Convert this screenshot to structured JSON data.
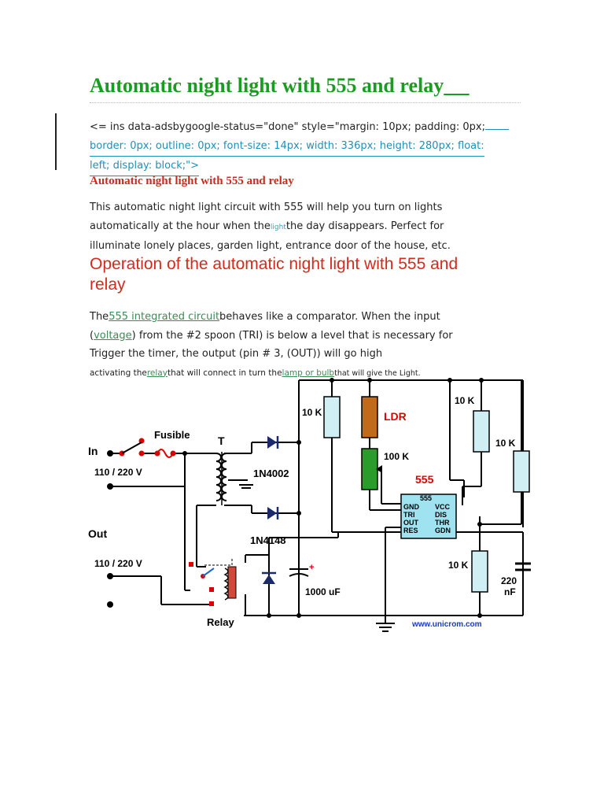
{
  "title": "Automatic night light with 555 and relay",
  "code": {
    "line1": "<= ins data-adsbygoogle-status=\"done\" style=\"margin: 10px; padding: 0px;",
    "line2": "border: 0px; outline: 0px; font-size: 14px; width: 336px; height: 280px; float:",
    "line3": "left; display: block;\">"
  },
  "subheading": "Automatic night light with 555 and relay",
  "intro": {
    "line1": "This automatic night light circuit with 555 will help you turn on lights",
    "line2_a": "automatically at the hour when the",
    "line2_link": "light",
    "line2_b": "the day disappears. Perfect for",
    "line3": "illuminate lonely places, garden light, entrance door of the house, etc."
  },
  "section_heading": "Operation of the automatic night light with 555 and relay",
  "operation": {
    "p1_a": "The",
    "p1_link": "555 integrated circuit",
    "p1_b": "behaves like a comparator. When the input",
    "p2_a": "(",
    "p2_link": "voltage",
    "p2_b": ") from the #2 spoon (TRI) is below a level that is necessary for",
    "p3": "Trigger the timer, the output (pin # 3, (OUT)) will go high",
    "p4_a": "activating the",
    "p4_link1": "relay",
    "p4_b": "that will connect in turn the",
    "p4_link2": "lamp or bulb",
    "p4_c": "that will give the Light."
  },
  "schematic": {
    "fusible": "Fusible",
    "t": "T",
    "in": "In",
    "in_voltage": "110 / 220 V",
    "out": "Out",
    "out_voltage": "110 / 220 V",
    "diode_bridge": "1N4002",
    "diode_flyback": "1N4148",
    "cap": "1000 uF",
    "relay": "Relay",
    "r1": "10 K",
    "ldr": "LDR",
    "pot": "100 K",
    "ic": "555",
    "ic_inner": "555",
    "pins_left": [
      "GND",
      "TRI",
      "OUT",
      "RES"
    ],
    "pins_right": [
      "VCC",
      "DIS",
      "THR",
      "GDN"
    ],
    "r2": "10 K",
    "r3": "10 K",
    "r4": "10 K",
    "c2_a": "220",
    "c2_b": "nF",
    "watermark": "www.unicrom.com"
  }
}
